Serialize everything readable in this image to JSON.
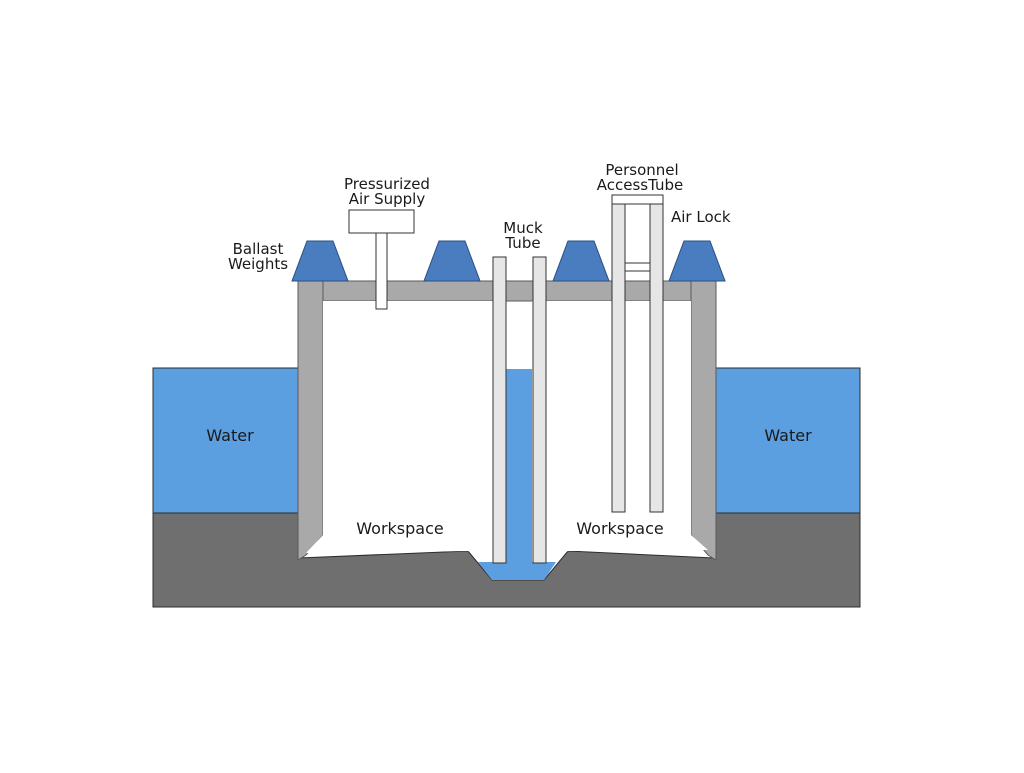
{
  "colors": {
    "water": "#5b9fe0",
    "soil": "#6f6f6f",
    "caisson_wall": "#a9a9a9",
    "ballast": "#4a7dc0",
    "tube": "#e6e6e6",
    "background": "#ffffff"
  },
  "labels": {
    "water_left": "Water",
    "water_right": "Water",
    "workspace_left": "Workspace",
    "workspace_right": "Workspace",
    "ballast_line1": "Ballast",
    "ballast_line2": "Weights",
    "air_supply_line1": "Pressurized",
    "air_supply_line2": "Air Supply",
    "muck_line1": "Muck",
    "muck_line2": "Tube",
    "personnel_line1": "Personnel",
    "personnel_line2": "AccessTube",
    "air_lock": "Air Lock"
  }
}
